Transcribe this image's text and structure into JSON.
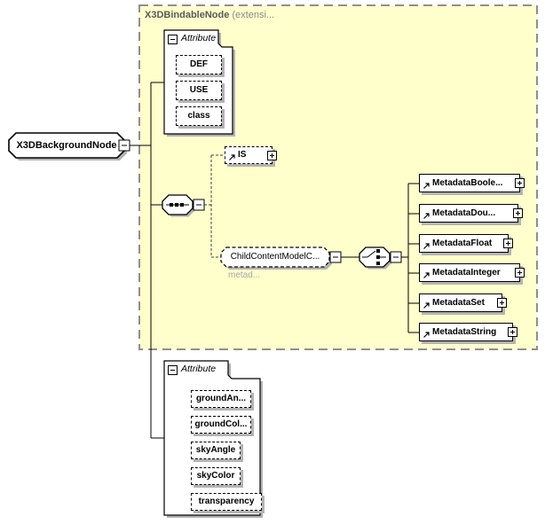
{
  "root_element": {
    "label": "X3DBackgroundNode"
  },
  "extension": {
    "title_bold": "X3DBindableNode",
    "title_rest": "(extensi..."
  },
  "inherited_attribute_group": {
    "label": "Attribute",
    "attributes": [
      "DEF",
      "USE",
      "class"
    ]
  },
  "is_element": {
    "label": "IS"
  },
  "child_content_model": {
    "label": "ChildContentModelC...",
    "annotation": "metad..."
  },
  "metadata_elements": [
    "MetadataBoole...",
    "MetadataDou...",
    "MetadataFloat",
    "MetadataInteger",
    "MetadataSet",
    "MetadataString"
  ],
  "own_attribute_group": {
    "label": "Attribute",
    "attributes": [
      "groundAn...",
      "groundCol...",
      "skyAngle",
      "skyColor",
      "transparency"
    ]
  },
  "colors": {
    "extension_background": "#ffffcc",
    "extension_border": "#8f8f8f",
    "shadow": "#b3b3b3",
    "header_text": "#595959",
    "annotation_text": "#a6a6a6"
  }
}
